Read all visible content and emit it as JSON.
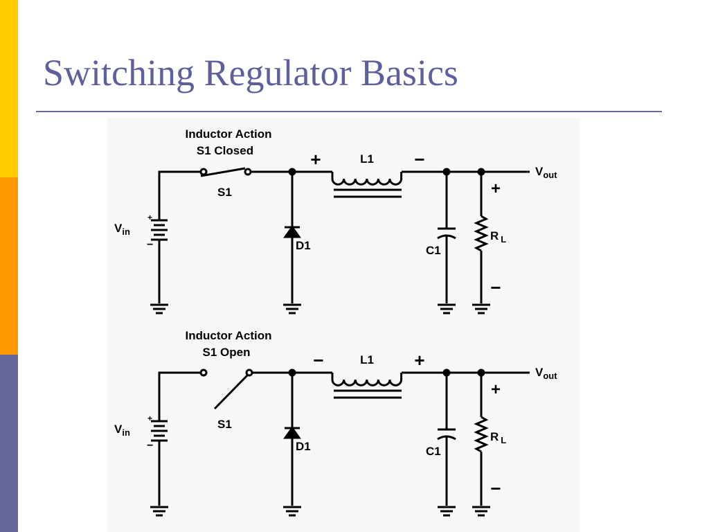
{
  "title": "Switching Regulator Basics",
  "colors": {
    "title": "#5F5F9E",
    "bar_top": "#FFCC00",
    "bar_mid": "#FF9900",
    "bar_bottom": "#666699"
  },
  "circuits": [
    {
      "caption_line1": "Inductor Action",
      "caption_line2": "S1 Closed",
      "switch": "S1",
      "diode": "D1",
      "inductor": "L1",
      "capacitor": "C1",
      "load": "RL",
      "input": "Vin",
      "output": "Vout",
      "inductor_left_polarity": "+",
      "inductor_right_polarity": "−"
    },
    {
      "caption_line1": "Inductor Action",
      "caption_line2": "S1 Open",
      "switch": "S1",
      "diode": "D1",
      "inductor": "L1",
      "capacitor": "C1",
      "load": "RL",
      "input": "Vin",
      "output": "Vout",
      "inductor_left_polarity": "−",
      "inductor_right_polarity": "+"
    }
  ]
}
